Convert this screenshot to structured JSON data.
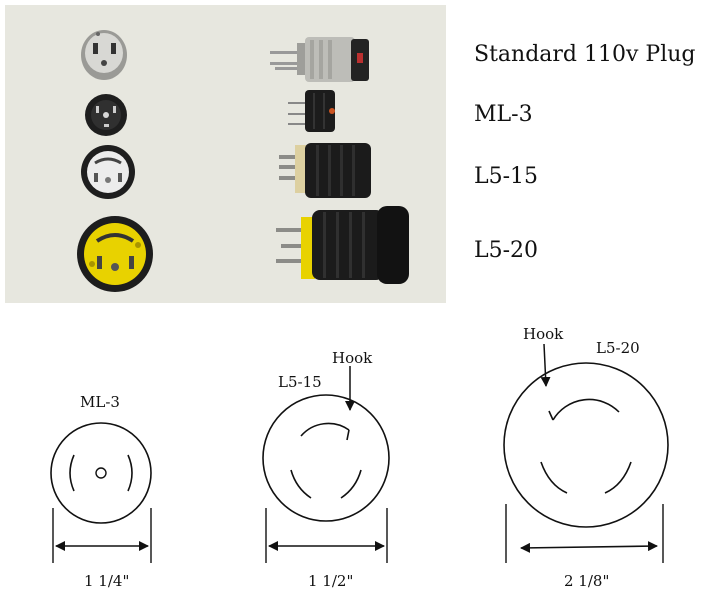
{
  "plugs": [
    {
      "name": "Standard 110v Plug"
    },
    {
      "name": "ML-3"
    },
    {
      "name": "L5-15"
    },
    {
      "name": "L5-20"
    }
  ],
  "diagrams": [
    {
      "name": "ML-3",
      "size": "1 1/4\""
    },
    {
      "name": "L5-15",
      "size": "1 1/2\"",
      "hook": "Hook"
    },
    {
      "name": "L5-20",
      "size": "2 1/8\"",
      "hook": "Hook"
    }
  ],
  "colors": {
    "photo_bg": "#e7e7df",
    "plug_black": "#1a1a1a",
    "plug_yellow": "#e8d200",
    "plug_grey": "#b9b9b4"
  }
}
